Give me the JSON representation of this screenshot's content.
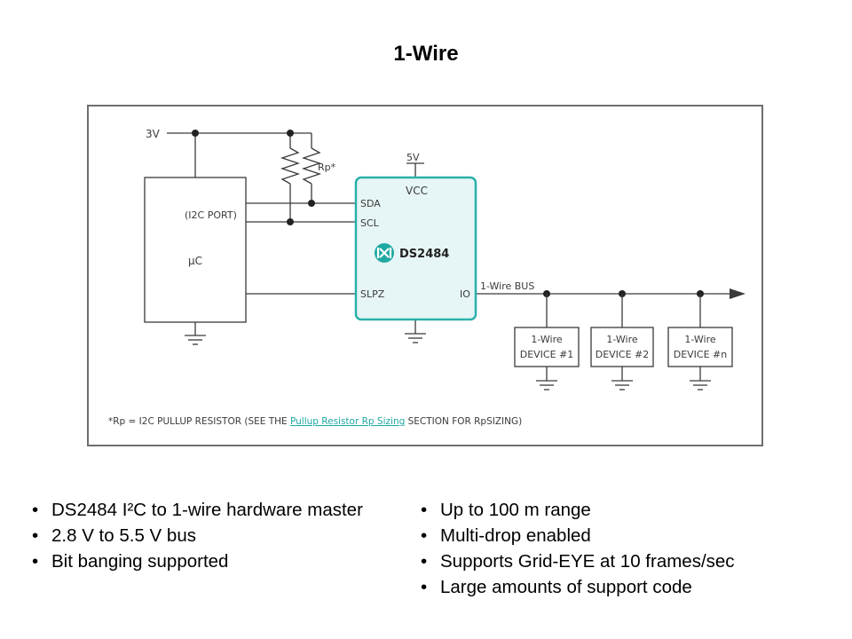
{
  "slide": {
    "title": "1-Wire"
  },
  "diagram": {
    "supply_3v": "3V",
    "supply_5v": "5V",
    "pullup_label": "Rp*",
    "mcu": {
      "port_label": "(I2C PORT)",
      "name": "µC"
    },
    "chip": {
      "name": "DS2484",
      "logo": "maxim-logo",
      "vcc_label": "VCC",
      "pins": {
        "sda": "SDA",
        "scl": "SCL",
        "slpz": "SLPZ",
        "io": "IO"
      }
    },
    "bus_label": "1-Wire BUS",
    "devices": [
      {
        "line1": "1-Wire",
        "line2": "DEVICE #1"
      },
      {
        "line1": "1-Wire",
        "line2": "DEVICE #2"
      },
      {
        "line1": "1-Wire",
        "line2": "DEVICE #n"
      }
    ],
    "footnote": {
      "prefix": "*Rp = I2C PULLUP RESISTOR (SEE THE ",
      "link": "Pullup Resistor Rp Sizing",
      "suffix": " SECTION FOR RpSIZING)"
    },
    "colors": {
      "chip_fill": "#e6f5f5",
      "chip_border": "#2ab0aa",
      "logo": "#1fa9a3",
      "link": "#1fa9a3",
      "wire": "#3a3a3a"
    }
  },
  "bullets_left": [
    "DS2484 I²C to 1-wire hardware master",
    "2.8 V to 5.5 V bus",
    "Bit banging supported"
  ],
  "bullets_right": [
    "Up to 100 m range",
    "Multi-drop enabled",
    "Supports Grid-EYE at 10 frames/sec",
    "Large amounts of support code"
  ]
}
